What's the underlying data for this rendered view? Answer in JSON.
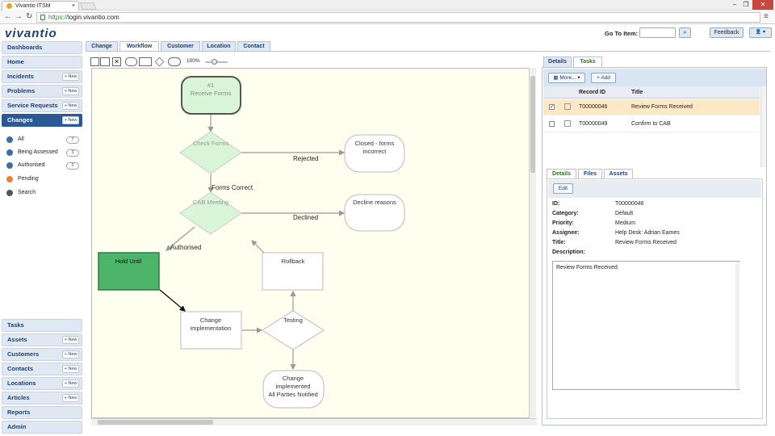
{
  "browser": {
    "tab_title": "Vivantio ITSM",
    "url_green": "https://",
    "url_rest": "login.vivantio.com"
  },
  "app": {
    "logo": "vivantio",
    "goto_label": "Go To Item:",
    "feedback_label": "Feedback"
  },
  "sidebar": {
    "top_items": [
      {
        "label": "Dashboards"
      },
      {
        "label": "Home"
      },
      {
        "label": "Incidents",
        "new": "+ New"
      },
      {
        "label": "Problems",
        "new": "+ New"
      },
      {
        "label": "Service Requests",
        "new": "+ New"
      },
      {
        "label": "Changes",
        "new": "+ New"
      }
    ],
    "filters": [
      {
        "label": "All",
        "count": "7"
      },
      {
        "label": "Being Assessed",
        "count": "3"
      },
      {
        "label": "Authorised",
        "count": "2"
      },
      {
        "label": "Pending"
      },
      {
        "label": "Search"
      }
    ],
    "bottom_items": [
      {
        "label": "Tasks"
      },
      {
        "label": "Assets",
        "new": "+ New"
      },
      {
        "label": "Customers",
        "new": "+ New"
      },
      {
        "label": "Contacts",
        "new": "+ New"
      },
      {
        "label": "Locations",
        "new": "+ New"
      },
      {
        "label": "Articles",
        "new": "+ New"
      },
      {
        "label": "Reports"
      },
      {
        "label": "Admin"
      }
    ]
  },
  "main_tabs": [
    "Change",
    "Workflow",
    "Customer",
    "Location",
    "Contact"
  ],
  "workflow": {
    "zoom": "100%",
    "nodes": {
      "start_num": "#1",
      "start_label": "Receive Forms",
      "check_forms": "Check Forms",
      "closed_line1": "Closed - forms",
      "closed_line2": "incorrect",
      "cab_meeting": "CAB Meeting",
      "decline_reasons": "Decline reasons",
      "hold_until": "Hold Until",
      "rollback": "Rollback",
      "change_impl_line1": "Change",
      "change_impl_line2": "implementation",
      "testing": "Testing",
      "done_line1": "Change",
      "done_line2": "implemented",
      "done_line3": "All Parties Notified"
    },
    "edges": {
      "rejected": "Rejected",
      "forms_correct": "Forms Correct",
      "declined": "Declined",
      "authorised": "Authorised"
    }
  },
  "right_panel": {
    "tabs": [
      "Details",
      "Tasks"
    ],
    "more_label": "More...",
    "add_label": "+ Add",
    "columns": {
      "record_id": "Record ID",
      "title": "Title"
    },
    "rows": [
      {
        "id": "T00000046",
        "title": "Review Forms Received",
        "selected": true
      },
      {
        "id": "T00000049",
        "title": "Confirm to CAB",
        "selected": false
      }
    ],
    "detail_tabs": [
      "Details",
      "Files",
      "Assets"
    ],
    "edit_label": "Edit",
    "details": [
      {
        "label": "ID:",
        "value": "T00000046"
      },
      {
        "label": "Category:",
        "value": "Default"
      },
      {
        "label": "Priority:",
        "value": "Medium"
      },
      {
        "label": "Assignee:",
        "value": "Help Desk: Adrian Eames"
      },
      {
        "label": "Title:",
        "value": "Review Forms Received"
      },
      {
        "label": "Description:",
        "value": ""
      }
    ],
    "description_text": "Review Forms Received"
  },
  "colors": {
    "brand_navy": "#1f3f70",
    "active_blue": "#2a5a93",
    "node_green": "#d8f5d8",
    "hold_green": "#4cb56a",
    "selected_row": "#fce8c4"
  }
}
